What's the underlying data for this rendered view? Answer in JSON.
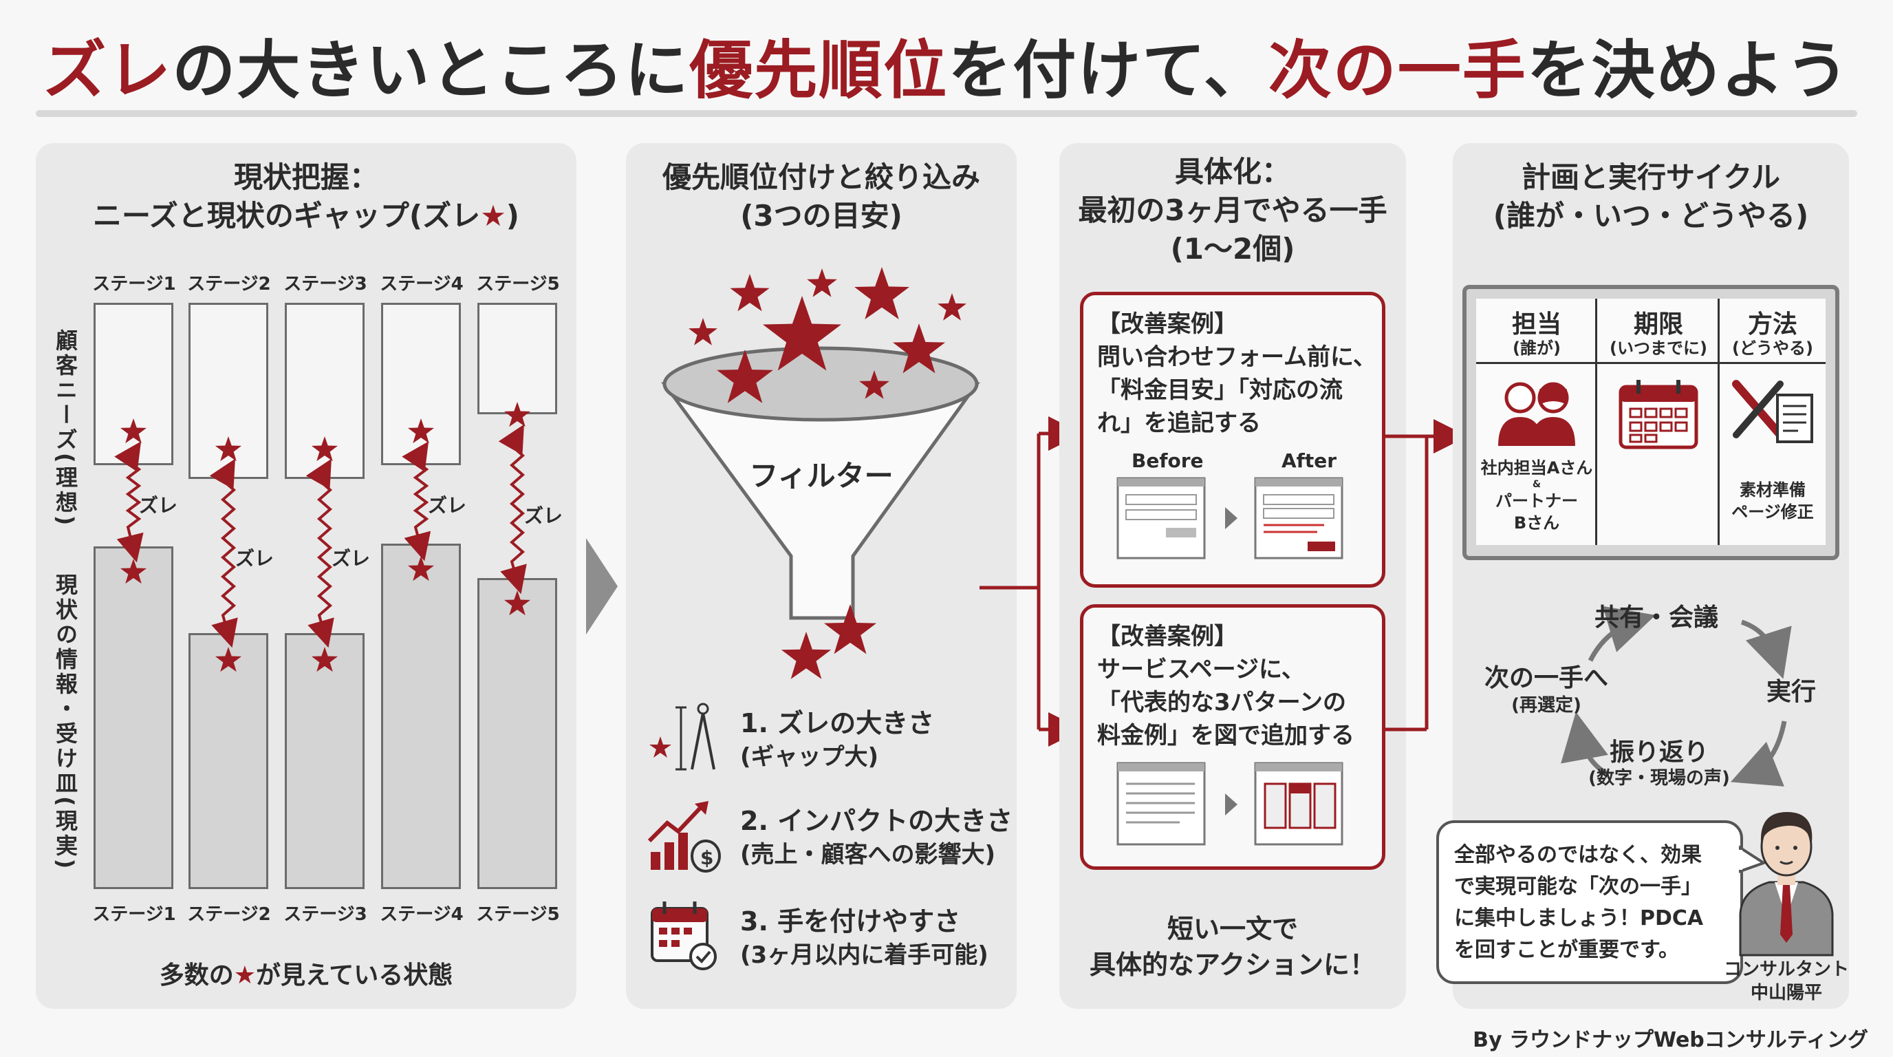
{
  "title": {
    "part1": "ズレ",
    "part2": "の大きいところに",
    "part3": "優先順位",
    "part4": "を付けて、",
    "part5": "次の一手",
    "part6": "を決めよう"
  },
  "panel1": {
    "title_line1": "現状把握：",
    "title_line2_a": "ニーズと現状のギャップ(ズレ",
    "title_line2_star": "★",
    "title_line2_b": ")",
    "stages_top": [
      "ステージ1",
      "ステージ2",
      "ステージ3",
      "ステージ4",
      "ステージ5"
    ],
    "stages_bottom": [
      "ステージ1",
      "ステージ2",
      "ステージ3",
      "ステージ4",
      "ステージ5"
    ],
    "label_needs": "顧客ニーズ(理想)",
    "label_current": "現状の情報・受け皿(現実)",
    "gap_label": "ズレ",
    "ideal_levels": [
      0.38,
      0.36,
      0.36,
      0.38,
      0.52
    ],
    "current_levels": [
      0.53,
      0.41,
      0.41,
      0.53,
      0.48
    ],
    "footer_a": "多数の",
    "footer_star": "★",
    "footer_b": "が見えている状態"
  },
  "panel2": {
    "title_line1": "優先順位付けと絞り込み",
    "title_line2": "(3つの目安)",
    "filter_label": "フィルター",
    "criteria": [
      {
        "title": "1. ズレの大きさ",
        "sub": "(ギャップ大)"
      },
      {
        "title": "2. インパクトの大きさ",
        "sub": "(売上・顧客への影響大)"
      },
      {
        "title": "3. 手を付けやすさ",
        "sub": "(3ヶ月以内に着手可能)"
      }
    ]
  },
  "panel3": {
    "title_line1": "具体化：",
    "title_line2": "最初の3ヶ月でやる一手",
    "title_line3": "(1〜2個)",
    "card1": {
      "tag": "【改善案例】",
      "line1": "問い合わせフォーム前に、",
      "line2": "「料金目安」「対応の流",
      "line3": "れ」を追記する",
      "before": "Before",
      "after": "After"
    },
    "card2": {
      "tag": "【改善案例】",
      "line1": "サービスページに、",
      "line2": "「代表的な3パターンの",
      "line3": "料金例」を図で追加する"
    },
    "footer_line1": "短い一文で",
    "footer_line2": "具体的なアクションに！"
  },
  "panel4": {
    "title_line1": "計画と実行サイクル",
    "title_line2": "(誰が・いつ・どうやる)",
    "columns": [
      {
        "head": "担当",
        "sub": "(誰が)",
        "body": [
          "社内担当Aさん",
          "&",
          "パートナー",
          "Bさん"
        ]
      },
      {
        "head": "期限",
        "sub": "(いつまでに)",
        "body": []
      },
      {
        "head": "方法",
        "sub": "(どうやる)",
        "body": [
          "素材準備",
          "ページ修正"
        ]
      }
    ],
    "cycle": {
      "top": "共有・会議",
      "right": "実行",
      "bottom": "振り返り",
      "bottom_sub": "(数字・現場の声)",
      "left": "次の一手へ",
      "left_sub": "(再選定)"
    },
    "bubble": [
      "全部やるのではなく、効果",
      "で実現可能な「次の一手」",
      "に集中しましょう！PDCA",
      "を回すことが重要です。"
    ],
    "consultant_role": "コンサルタント",
    "consultant_name": "中山陽平"
  },
  "credit": "By ラウンドナップWebコンサルティング",
  "colors": {
    "accent": "#9b1c22",
    "text": "#2b2b2b",
    "panel": "#e9e9e9"
  }
}
